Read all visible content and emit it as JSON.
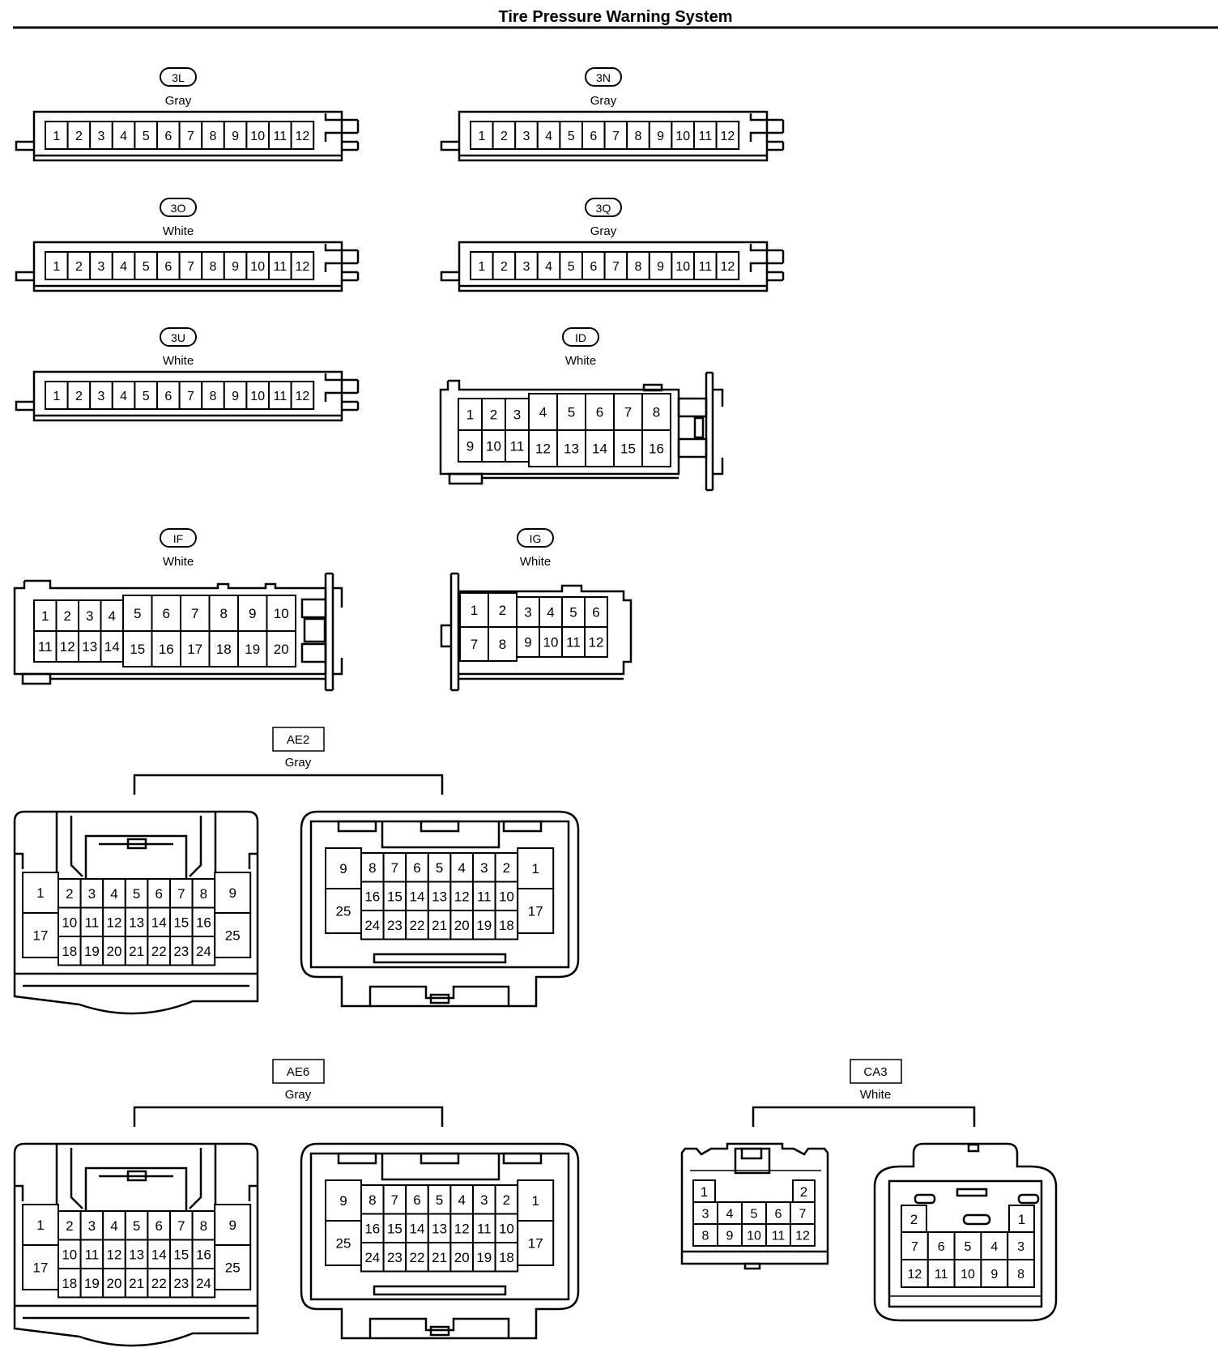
{
  "title": "Tire Pressure Warning System",
  "connectors": {
    "c3L": {
      "code": "3L",
      "color": "Gray",
      "pins": [
        "1",
        "2",
        "3",
        "4",
        "5",
        "6",
        "7",
        "8",
        "9",
        "10",
        "11",
        "12"
      ]
    },
    "c3N": {
      "code": "3N",
      "color": "Gray",
      "pins": [
        "1",
        "2",
        "3",
        "4",
        "5",
        "6",
        "7",
        "8",
        "9",
        "10",
        "11",
        "12"
      ]
    },
    "c3O": {
      "code": "3O",
      "color": "White",
      "pins": [
        "1",
        "2",
        "3",
        "4",
        "5",
        "6",
        "7",
        "8",
        "9",
        "10",
        "11",
        "12"
      ]
    },
    "c3Q": {
      "code": "3Q",
      "color": "Gray",
      "pins": [
        "1",
        "2",
        "3",
        "4",
        "5",
        "6",
        "7",
        "8",
        "9",
        "10",
        "11",
        "12"
      ]
    },
    "c3U": {
      "code": "3U",
      "color": "White",
      "pins": [
        "1",
        "2",
        "3",
        "4",
        "5",
        "6",
        "7",
        "8",
        "9",
        "10",
        "11",
        "12"
      ]
    },
    "cID": {
      "code": "ID",
      "color": "White",
      "rows": [
        [
          "1",
          "2",
          "3",
          "4",
          "5",
          "6",
          "7",
          "8"
        ],
        [
          "9",
          "10",
          "11",
          "12",
          "13",
          "14",
          "15",
          "16"
        ]
      ]
    },
    "cIF": {
      "code": "IF",
      "color": "White",
      "rows": [
        [
          "1",
          "2",
          "3",
          "4",
          "5",
          "6",
          "7",
          "8",
          "9",
          "10"
        ],
        [
          "11",
          "12",
          "13",
          "14",
          "15",
          "16",
          "17",
          "18",
          "19",
          "20"
        ]
      ]
    },
    "cIG": {
      "code": "IG",
      "color": "White",
      "rows": [
        [
          "1",
          "2",
          "3",
          "4",
          "5",
          "6"
        ],
        [
          "7",
          "8",
          "9",
          "10",
          "11",
          "12"
        ]
      ]
    },
    "cAE2": {
      "code": "AE2",
      "color": "Gray",
      "left": {
        "side_left": [
          "1",
          "17"
        ],
        "side_right": [
          "9",
          "25"
        ],
        "rows": [
          [
            "2",
            "3",
            "4",
            "5",
            "6",
            "7",
            "8"
          ],
          [
            "10",
            "11",
            "12",
            "13",
            "14",
            "15",
            "16"
          ],
          [
            "18",
            "19",
            "20",
            "21",
            "22",
            "23",
            "24"
          ]
        ]
      },
      "right": {
        "side_left": [
          "9",
          "25"
        ],
        "side_right": [
          "1",
          "17"
        ],
        "rows": [
          [
            "8",
            "7",
            "6",
            "5",
            "4",
            "3",
            "2"
          ],
          [
            "16",
            "15",
            "14",
            "13",
            "12",
            "11",
            "10"
          ],
          [
            "24",
            "23",
            "22",
            "21",
            "20",
            "19",
            "18"
          ]
        ]
      }
    },
    "cAE6": {
      "code": "AE6",
      "color": "Gray",
      "left": {
        "side_left": [
          "1",
          "17"
        ],
        "side_right": [
          "9",
          "25"
        ],
        "rows": [
          [
            "2",
            "3",
            "4",
            "5",
            "6",
            "7",
            "8"
          ],
          [
            "10",
            "11",
            "12",
            "13",
            "14",
            "15",
            "16"
          ],
          [
            "18",
            "19",
            "20",
            "21",
            "22",
            "23",
            "24"
          ]
        ]
      },
      "right": {
        "side_left": [
          "9",
          "25"
        ],
        "side_right": [
          "1",
          "17"
        ],
        "rows": [
          [
            "8",
            "7",
            "6",
            "5",
            "4",
            "3",
            "2"
          ],
          [
            "16",
            "15",
            "14",
            "13",
            "12",
            "11",
            "10"
          ],
          [
            "24",
            "23",
            "22",
            "21",
            "20",
            "19",
            "18"
          ]
        ]
      }
    },
    "cCA3": {
      "code": "CA3",
      "color": "White",
      "left": {
        "top": [
          "1",
          "2"
        ],
        "rows": [
          [
            "3",
            "4",
            "5",
            "6",
            "7"
          ],
          [
            "8",
            "9",
            "10",
            "11",
            "12"
          ]
        ]
      },
      "right": {
        "top": [
          "2",
          "1"
        ],
        "rows": [
          [
            "7",
            "6",
            "5",
            "4",
            "3"
          ],
          [
            "12",
            "11",
            "10",
            "9",
            "8"
          ]
        ]
      }
    }
  }
}
